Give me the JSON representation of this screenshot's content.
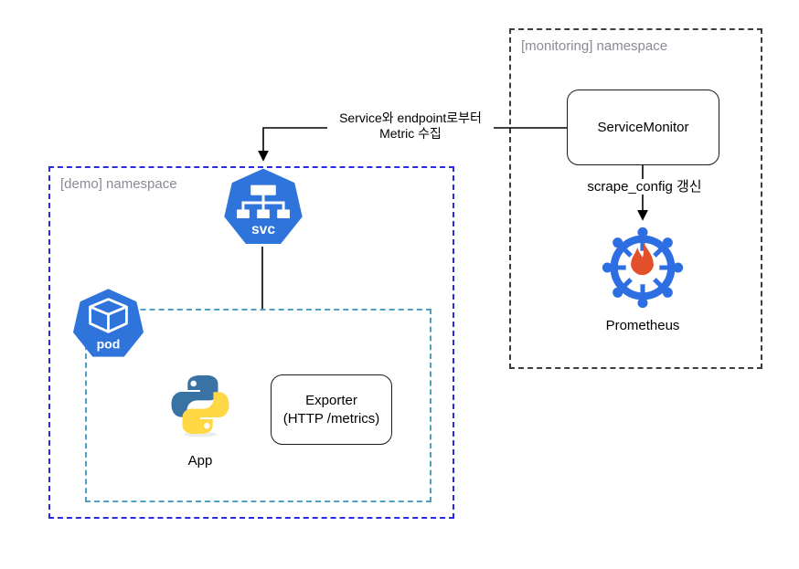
{
  "diagram": {
    "namespaces": {
      "monitoring": {
        "label": "[monitoring] namespace"
      },
      "demo": {
        "label": "[demo] namespace"
      }
    },
    "nodes": {
      "service_monitor": {
        "label": "ServiceMonitor"
      },
      "prometheus": {
        "label": "Prometheus"
      },
      "exporter": {
        "line1": "Exporter",
        "line2": "(HTTP /metrics)"
      },
      "svc": {
        "label": "svc"
      },
      "pod": {
        "label": "pod"
      },
      "app": {
        "label": "App"
      }
    },
    "edges": {
      "metric_collect": {
        "line1": "Service와 endpoint로부터",
        "line2": "Metric 수집"
      },
      "scrape_config": {
        "label": "scrape_config 갱신"
      }
    },
    "colors": {
      "kubernetes_blue": "#2e74db",
      "prometheus_wheel_blue": "#2d6fe2",
      "flame_orange": "#e2512b",
      "demo_border_blue": "#2b2be0",
      "pod_border_teal": "#4fa0c5",
      "monitoring_border_gray": "#3d3d3d",
      "namespace_label_gray": "#8a8a96",
      "python_blue": "#3873a4",
      "python_yellow": "#ffd845",
      "connector_black": "#000000"
    }
  }
}
